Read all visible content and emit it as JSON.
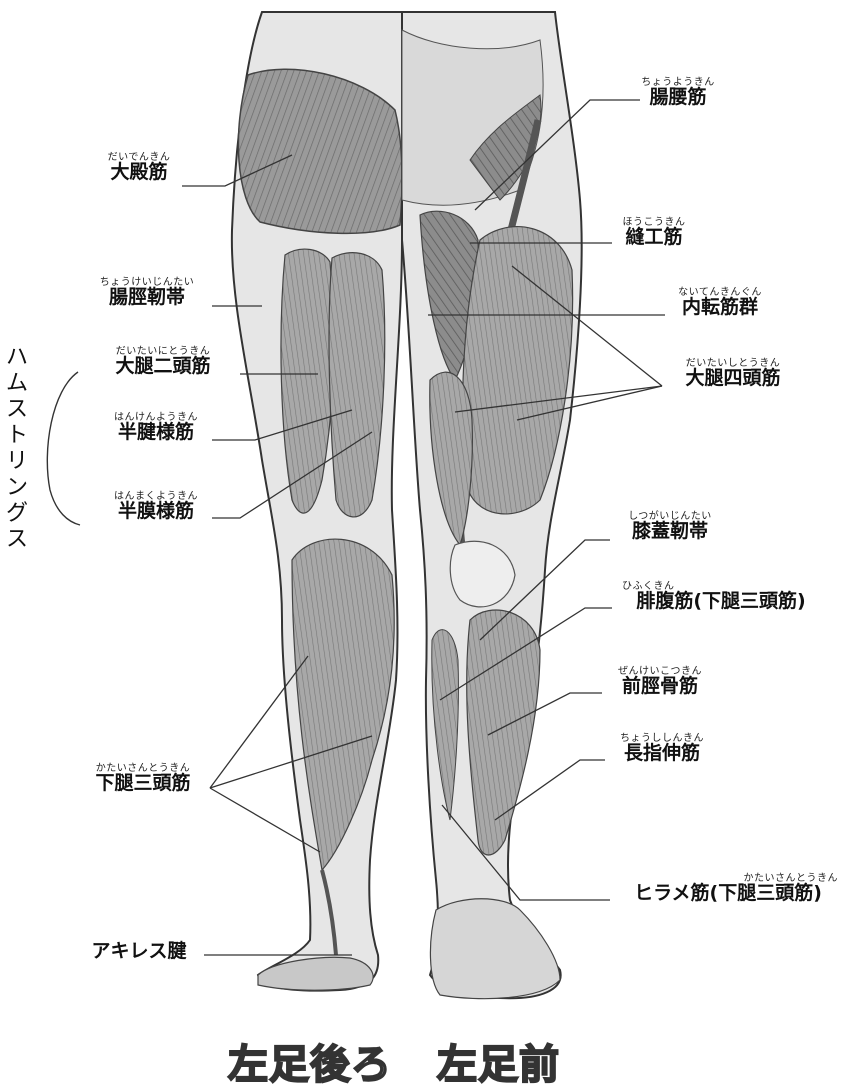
{
  "labels": {
    "gluteus": {
      "ruby": "だいでんきん",
      "name": "大殿筋"
    },
    "itband": {
      "ruby": "ちょうけいじんたい",
      "name": "腸脛靭帯"
    },
    "biceps_femoris": {
      "ruby": "だいたいにとうきん",
      "name": "大腿二頭筋"
    },
    "semitendinosus": {
      "ruby": "はんけんようきん",
      "name": "半腱様筋"
    },
    "semimembranosus": {
      "ruby": "はんまくようきん",
      "name": "半膜様筋"
    },
    "triceps_surae_left": {
      "ruby": "かたいさんとうきん",
      "name": "下腿三頭筋"
    },
    "achilles": {
      "name": "アキレス腱"
    },
    "iliopsoas": {
      "ruby": "ちょうようきん",
      "name": "腸腰筋"
    },
    "sartorius": {
      "ruby": "ほうこうきん",
      "name": "縫工筋"
    },
    "adductors": {
      "ruby": "ないてんきんぐん",
      "name": "内転筋群"
    },
    "quadriceps": {
      "ruby": "だいたいしとうきん",
      "name": "大腿四頭筋"
    },
    "patellar": {
      "ruby": "しつがいじんたい",
      "name": "膝蓋靭帯"
    },
    "gastrocnemius": {
      "ruby": "ひふくきん",
      "name": "腓腹筋(下腿三頭筋)"
    },
    "tibialis": {
      "ruby": "ぜんけいこつきん",
      "name": "前脛骨筋"
    },
    "extensor": {
      "ruby": "ちょうししんきん",
      "name": "長指伸筋"
    },
    "soleus": {
      "ruby": "かたいさんとうきん",
      "name": "ヒラメ筋(下腿三頭筋)"
    }
  },
  "hamstrings_label": "ハムストリングス",
  "captions": {
    "back": "左足後ろ",
    "front": "左足前"
  }
}
